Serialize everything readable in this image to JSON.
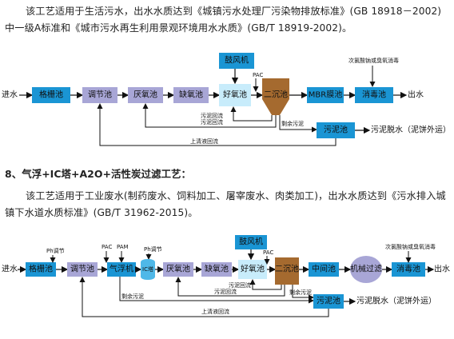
{
  "para1": {
    "text": "该工艺适用于生活污水，出水水质达到《城镇污水处理厂污染物排放标准》(GB 18918－2002)中一级A标准和《城市污水再生利用景观环境用水水质》(GB/T 18919-2002)。"
  },
  "heading2": "8、气浮+IC塔+A2O+活性炭过滤工艺：",
  "para2": {
    "text": "该工艺适用于工业废水(制药废水、饲料加工、屠宰废水、肉类加工)，出水水质达到《污水排入城镇下水道水质标准》(GB/T 31962-2015)。"
  },
  "diagram1": {
    "inlet": "进水",
    "outlet": "出水",
    "nodes": {
      "grid": "格栅池",
      "adjust": "调节池",
      "anaerobic": "厌氧池",
      "anoxic": "缺氧池",
      "aerobic": "好氧池",
      "clarifier": "二沉池",
      "mbr": "MBR膜池",
      "disinfect": "消毒池",
      "blower": "鼓风机",
      "sludge_tank": "污泥池"
    },
    "labels": {
      "pac": "PAC",
      "chlorine": "次氯酸钠或臭氧消毒",
      "sludge_return_1": "污泥回流",
      "sludge_return_2": "污泥回流",
      "excess_sludge": "剩余污泥",
      "supernatant": "上清液回流",
      "dewater": "污泥脱水（泥饼外运）"
    }
  },
  "diagram2": {
    "inlet": "进水",
    "outlet": "出水",
    "nodes": {
      "grid": "格栅池",
      "adjust": "调节池",
      "flotation": "气浮机",
      "ic": "IC塔",
      "anaerobic": "厌氧池",
      "anoxic": "缺氧池",
      "aerobic": "好氧池",
      "clarifier": "二沉池",
      "middle": "中间池",
      "filter": "机械过滤",
      "disinfect": "消毒池",
      "blower": "鼓风机",
      "sludge_tank": "污泥池"
    },
    "labels": {
      "ph1": "Ph调节",
      "pac": "PAC",
      "pam": "PAM",
      "ph2": "Ph调节",
      "pac2": "PAC",
      "chlorine": "次氯酸钠或臭氧消毒",
      "sludge_return_1": "污泥回流",
      "sludge_return_2": "污泥回流",
      "excess_sludge_1": "剩余污泥",
      "excess_sludge_2": "剩余污泥",
      "supernatant": "上清液回流",
      "dewater": "污泥脱水（泥饼外运）"
    }
  }
}
